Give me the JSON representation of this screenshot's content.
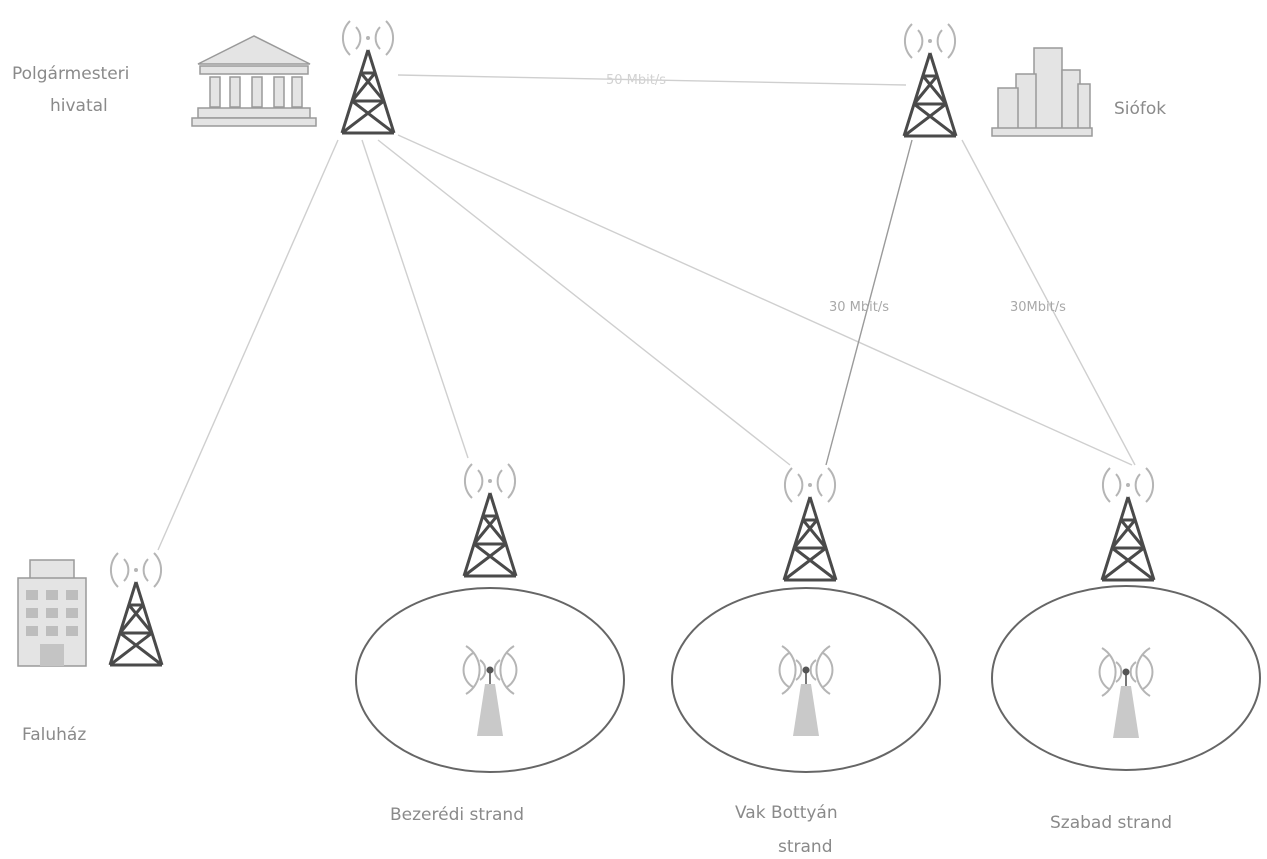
{
  "nodes": {
    "city_hall": {
      "label_line1": "Polgármesteri",
      "label_line2": "hivatal",
      "icon": "government-building-icon"
    },
    "siofok": {
      "label": "Siófok",
      "icon": "city-buildings-icon"
    },
    "faluhaz": {
      "label": "Faluház",
      "icon": "office-building-icon"
    },
    "bezeredi": {
      "label": "Bezerédi strand"
    },
    "vak_bottyan": {
      "label_line1": "Vak Bottyán",
      "label_line2": "strand"
    },
    "szabad": {
      "label": "Szabad strand"
    }
  },
  "links": {
    "hall_siofok": "50 Mbit/s",
    "siofok_vak": "30 Mbit/s",
    "siofok_szabad": "30Mbit/s"
  },
  "colors": {
    "tower": "#4a4a4a",
    "link": "#cfcfcf",
    "text": "#8a8a8a"
  }
}
